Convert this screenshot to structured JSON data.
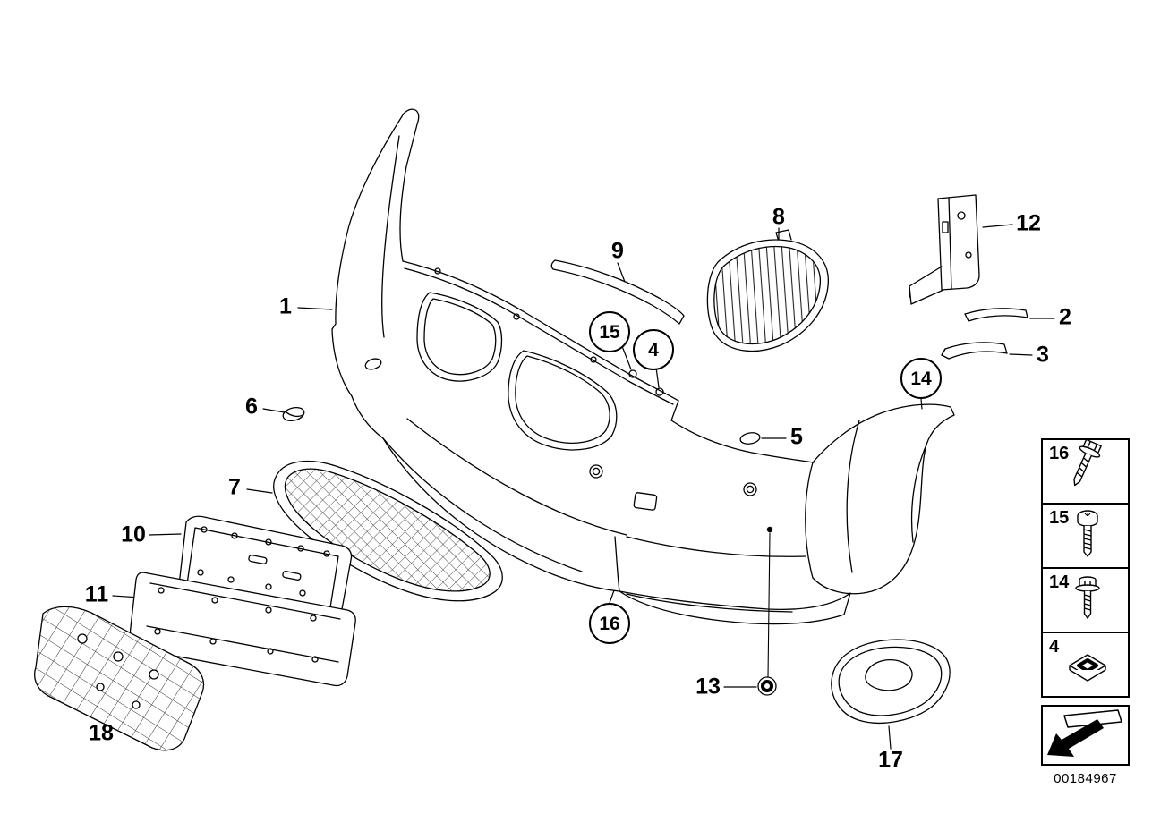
{
  "diagram": {
    "background_color": "#ffffff",
    "ink_color": "#000000",
    "part_number": "00184967",
    "callouts": [
      {
        "label": "1",
        "circled": false
      },
      {
        "label": "2",
        "circled": false
      },
      {
        "label": "3",
        "circled": false
      },
      {
        "label": "4",
        "circled": true
      },
      {
        "label": "5",
        "circled": false
      },
      {
        "label": "6",
        "circled": false
      },
      {
        "label": "7",
        "circled": false
      },
      {
        "label": "8",
        "circled": false
      },
      {
        "label": "9",
        "circled": false
      },
      {
        "label": "10",
        "circled": false
      },
      {
        "label": "11",
        "circled": false
      },
      {
        "label": "12",
        "circled": false
      },
      {
        "label": "13",
        "circled": false
      },
      {
        "label": "14",
        "circled": true
      },
      {
        "label": "15",
        "circled": true
      },
      {
        "label": "16",
        "circled": true
      },
      {
        "label": "17",
        "circled": false
      },
      {
        "label": "18",
        "circled": false
      }
    ],
    "legend": {
      "rows": [
        {
          "label": "16",
          "icon": "hex-flange-screw-icon"
        },
        {
          "label": "15",
          "icon": "torx-pan-screw-icon"
        },
        {
          "label": "14",
          "icon": "hex-bolt-icon"
        },
        {
          "label": "4",
          "icon": "expanding-nut-icon"
        }
      ],
      "arrow_icon": "direction-arrow-icon"
    }
  }
}
